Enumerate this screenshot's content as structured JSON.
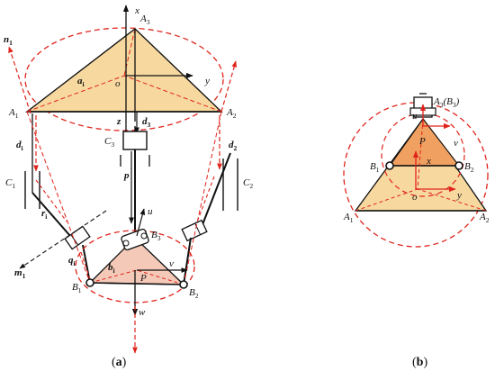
{
  "colors": {
    "red": "#e0241b",
    "triangle_top": "#f7d9a0",
    "triangle_bottom": "#f5c9b8",
    "triangle_b_upper": "#f0a060",
    "triangle_b_lower": "#f7d9a0",
    "black": "#111111"
  },
  "panel_a": {
    "caption_open": "(",
    "caption_letter": "a",
    "caption_close": ")",
    "A3": "A",
    "A3_sub": "3",
    "A1": "A",
    "A1_sub": "1",
    "A2": "A",
    "A2_sub": "2",
    "x": "x",
    "y": "y",
    "o": "o",
    "z": "z",
    "ai": "a",
    "ai_sub": "i",
    "n1": "n",
    "n1_sub": "1",
    "d3": "d",
    "d3_sub": "3",
    "C3": "C",
    "C3_sub": "3",
    "di": "d",
    "di_sub": "i",
    "d2": "d",
    "d2_sub": "2",
    "C1": "C",
    "C1_sub": "1",
    "C2": "C",
    "C2_sub": "2",
    "p": "p",
    "ri": "r",
    "ri_sub": "i",
    "u": "u",
    "B3": "B",
    "B3_sub": "3",
    "qi": "q",
    "qi_sub": "i",
    "m1": "m",
    "m1_sub": "1",
    "bi": "b",
    "bi_sub": "i",
    "v": "v",
    "P": "P",
    "B1": "B",
    "B1_sub": "1",
    "B2": "B",
    "B2_sub": "2",
    "w": "w"
  },
  "panel_b": {
    "caption_open": "(",
    "caption_letter": "b",
    "caption_close": ")",
    "A3B3": "A",
    "A3B3_sub1": "3",
    "A3B3_mid": "(B",
    "A3B3_sub2": "3",
    "A3B3_end": ")",
    "u": "u",
    "P": "P",
    "v": "v",
    "B1": "B",
    "B1_sub": "1",
    "x": "x",
    "B2": "B",
    "B2_sub": "2",
    "o": "o",
    "y": "y",
    "A1": "A",
    "A1_sub": "1",
    "A2": "A",
    "A2_sub": "2"
  }
}
